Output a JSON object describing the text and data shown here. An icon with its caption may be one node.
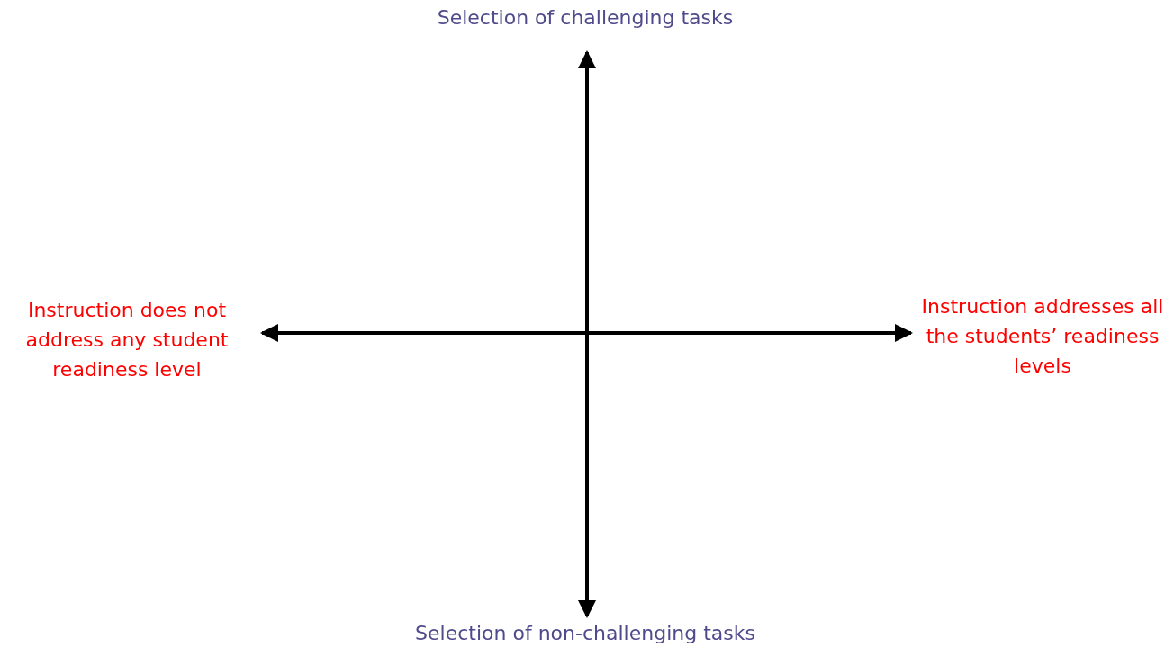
{
  "diagram": {
    "labels": [
      "Selection of challenging tasks",
      "Instruction does not address any student readiness level",
      "Instruction addresses all the students’ readiness levels",
      "Selection of non-challenging tasks"
    ]
  }
}
